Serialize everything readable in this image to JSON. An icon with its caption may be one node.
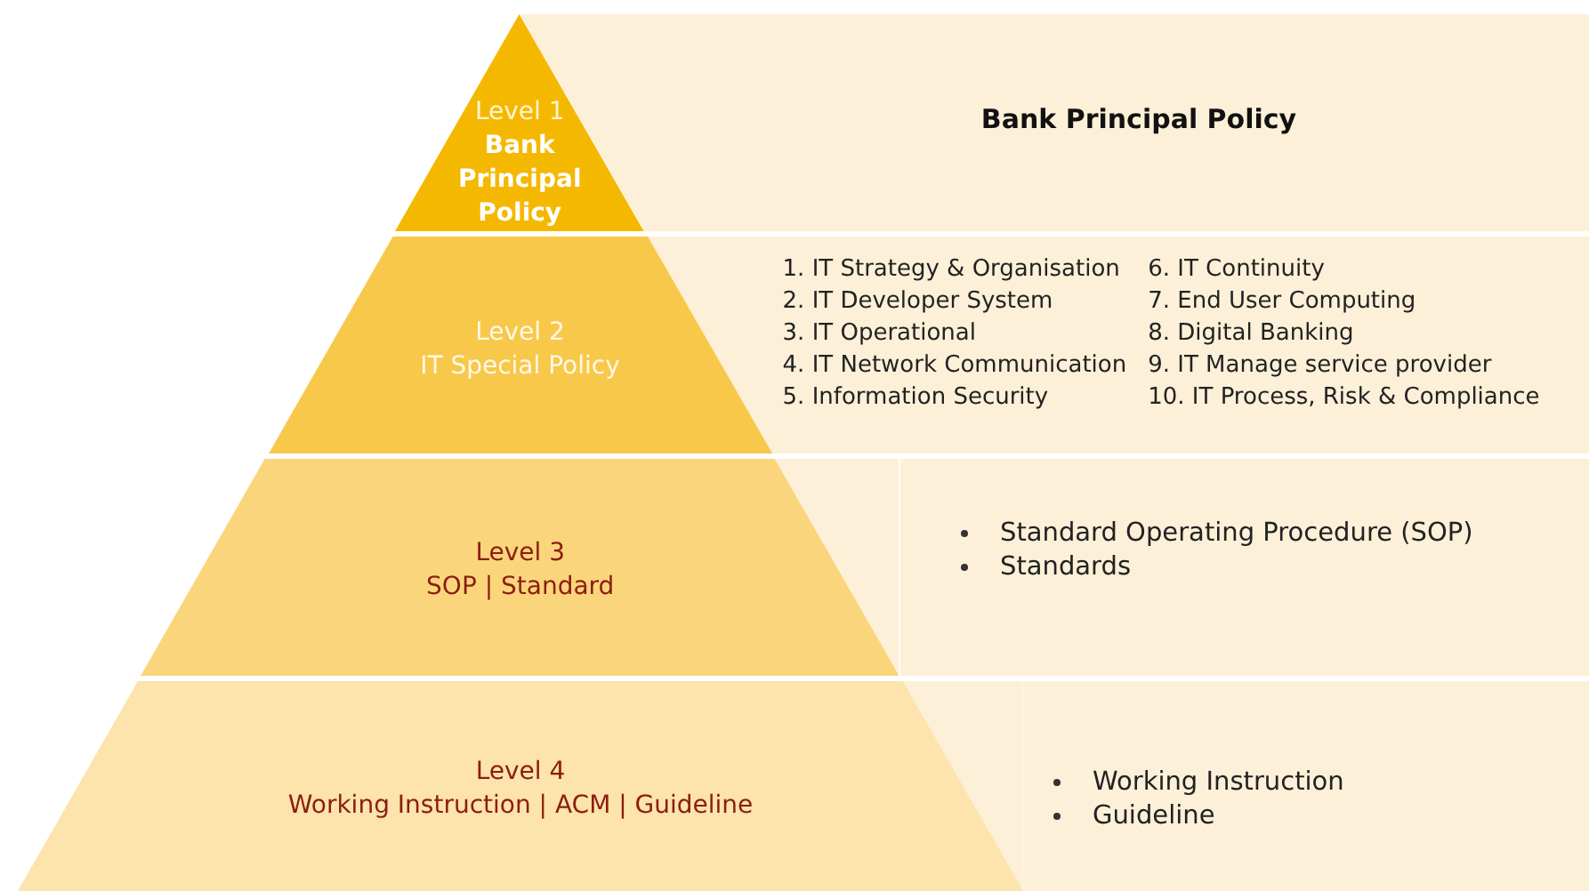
{
  "diagram": {
    "nodes": [
      {
        "text": [
          "Level 1",
          "Bank Principal Policy"
        ]
      },
      {
        "text": [
          "Level 2",
          "IT Special Policy"
        ]
      },
      {
        "text": [
          "Level 3",
          "SOP | Standard"
        ]
      },
      {
        "text": [
          "Level 4",
          "Working Instruction | ACM | Guideline"
        ]
      },
      {
        "text": [
          "Bank Principal Policy"
        ]
      },
      {
        "text": [
          "1. IT Strategy & Organisation",
          "2. IT Developer System",
          "3. IT Operational",
          "4. IT Network Communication",
          "5. Information Security",
          "6. IT Continuity",
          "7. End User Computing",
          "8. Digital Banking",
          "9. IT Manage service provider",
          "10. IT Process, Risk & Compliance"
        ]
      },
      {
        "text": [
          "Standard Operating Procedure (SOP)",
          "Standards"
        ]
      },
      {
        "text": [
          "Working Instruction",
          "Guideline"
        ]
      }
    ]
  }
}
